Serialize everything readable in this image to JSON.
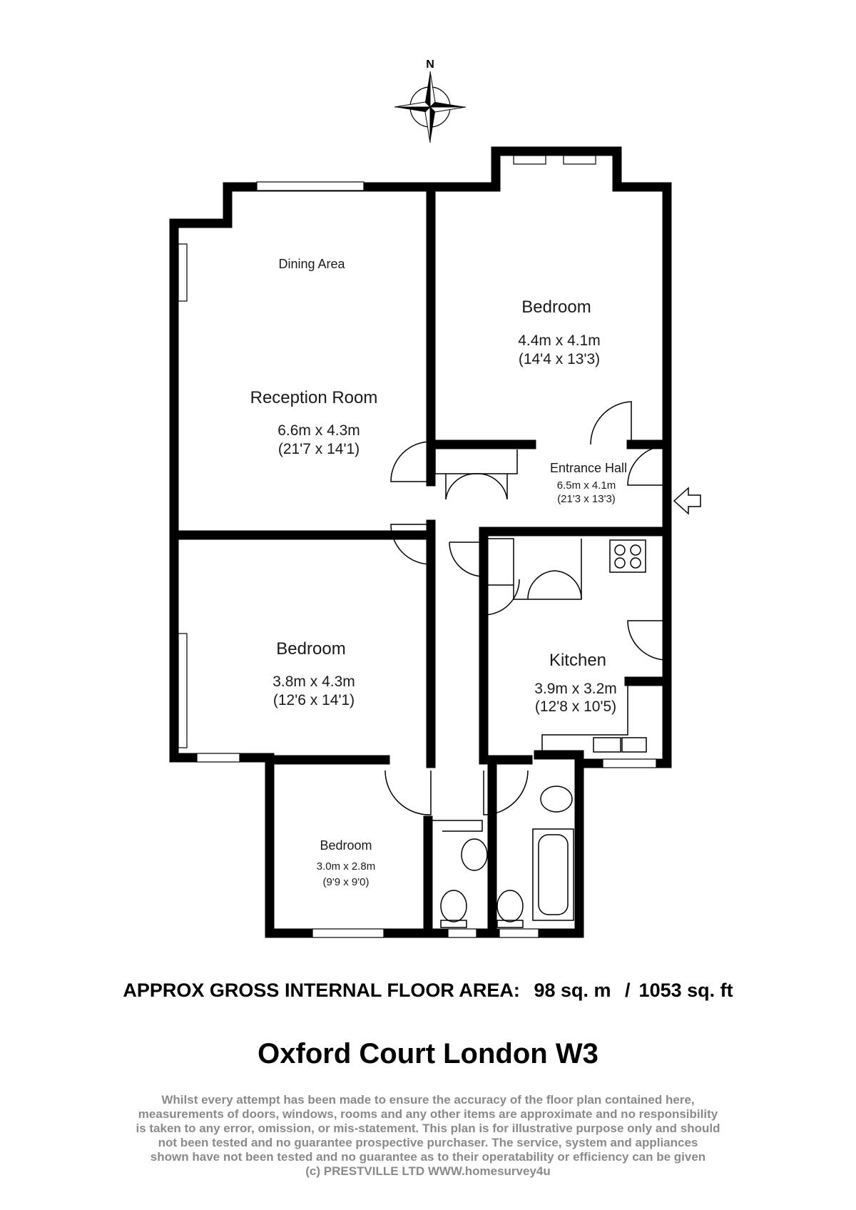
{
  "compass": {
    "label": "N"
  },
  "rooms": {
    "dining": {
      "name": "Dining Area"
    },
    "reception": {
      "name": "Reception Room",
      "metric": "6.6m x 4.3m",
      "imperial": "(21'7 x 14'1)"
    },
    "bedroom1": {
      "name": "Bedroom",
      "metric": "4.4m x 4.1m",
      "imperial": "(14'4 x 13'3)"
    },
    "hall": {
      "name": "Entrance Hall",
      "metric": "6.5m x 4.1m",
      "imperial": "(21'3 x 13'3)"
    },
    "bedroom2": {
      "name": "Bedroom",
      "metric": "3.8m x 4.3m",
      "imperial": "(12'6 x 14'1)"
    },
    "kitchen": {
      "name": "Kitchen",
      "metric": "3.9m x 3.2m",
      "imperial": "(12'8 x 10'5)"
    },
    "bedroom3": {
      "name": "Bedroom",
      "metric": "3.0m x 2.8m",
      "imperial": "(9'9 x 9'0)"
    }
  },
  "floor_area": {
    "label": "APPROX GROSS INTERNAL FLOOR AREA:",
    "metric": "98 sq. m",
    "separator": "/",
    "imperial": "1053 sq. ft"
  },
  "address": "Oxford Court London W3",
  "disclaimer": [
    "Whilst every attempt has been made to ensure the accuracy of the floor plan contained here,",
    "measurements of doors, windows, rooms and any other items are approximate and no responsibility",
    "is taken to any error, omission, or mis-statement. This plan is for illustrative purpose only and should",
    "not been tested and no guarantee prospective purchaser. The service, system and appliances",
    "shown have not been tested and no guarantee as to their operatability or efficiency can be given",
    "(c) PRESTVILLE LTD WWW.homesurvey4u"
  ]
}
